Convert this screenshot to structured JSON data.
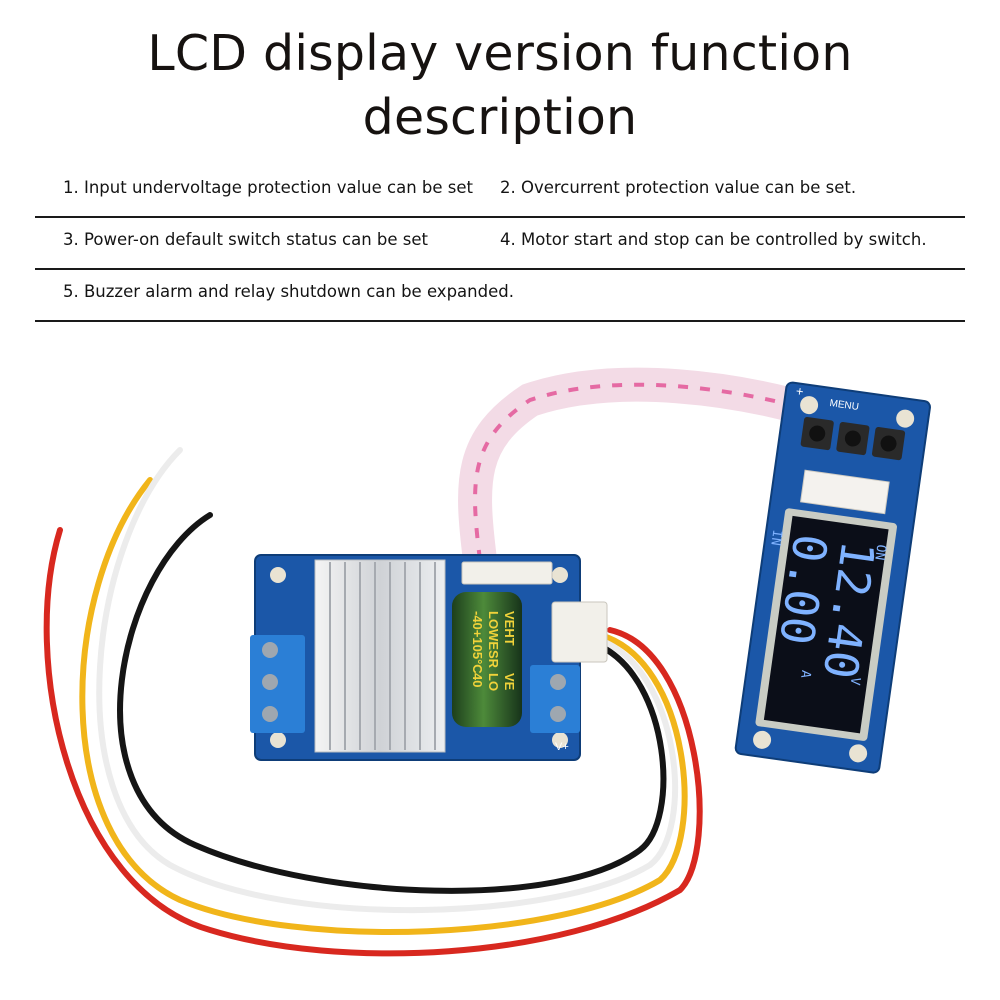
{
  "title": {
    "line1": "LCD display version function",
    "line2": "description"
  },
  "features": [
    [
      "1. Input undervoltage protection value can be set",
      "2. Overcurrent protection value can be set."
    ],
    [
      "3. Power-on default switch status can be set",
      "4. Motor start and stop can be controlled by switch."
    ],
    [
      "5. Buzzer alarm and relay shutdown can be expanded.",
      ""
    ]
  ],
  "lcd": {
    "voltage": "12.40",
    "current": "0.00",
    "unit_v": "V",
    "unit_a": "A",
    "status": "ON",
    "mode": "IN"
  },
  "board": {
    "menu_label": "MENU",
    "capacitor_line1": "VEHT",
    "capacitor_line2": "LOWESR",
    "capacitor_line3": "-40+105°C",
    "capacitor_line4": "LO",
    "capacitor_line5": "40",
    "capacitor_line6": "VE",
    "terminal_label": "V+",
    "plus_label": "+"
  }
}
